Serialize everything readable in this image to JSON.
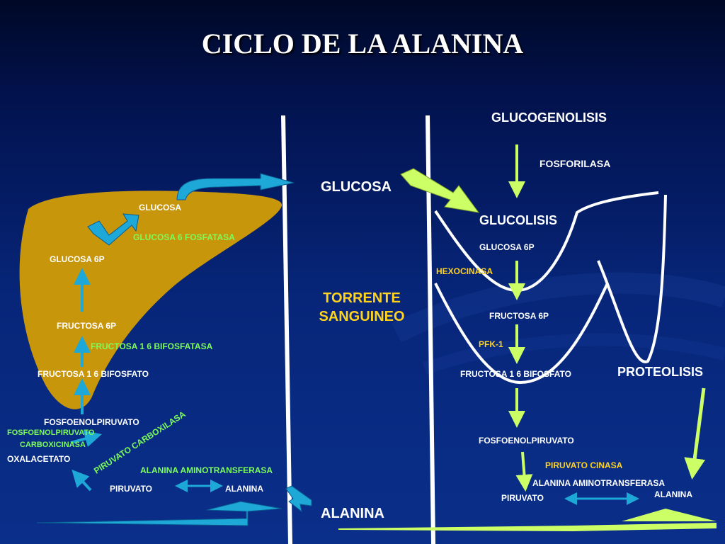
{
  "title": "CICLO DE  LA ALANINA",
  "center": {
    "glucosa": "GLUCOSA",
    "torrente_line1": "TORRENTE",
    "torrente_line2": "SANGUINEO",
    "alanina": "ALANINA"
  },
  "liver": {
    "glucosa": "GLUCOSA",
    "glucosa_6_fosfatasa": "GLUCOSA 6 FOSFATASA",
    "glucosa_6p": "GLUCOSA 6P",
    "fructosa_6p": "FRUCTOSA 6P",
    "fructosa_bifosfatasa": "FRUCTOSA 1 6 BIFOSFATASA",
    "fructosa_bifosfato": "FRUCTOSA 1 6 BIFOSFATO",
    "fosfoenolpiruvato": "FOSFOENOLPIRUVATO",
    "pep_carboxicinasa_line1": "FOSFOENOLPIRUVATO",
    "pep_carboxicinasa_line2": "CARBOXICINASA",
    "oxalacetato": "OXALACETATO",
    "piruvato_carboxilasa": "PIRUVATO CARBOXILASA",
    "alanina_aminotransferasa": "ALANINA AMINOTRANSFERASA",
    "piruvato": "PIRUVATO",
    "alanina": "ALANINA"
  },
  "muscle": {
    "glucogenolisis": "GLUCOGENOLISIS",
    "fosforilasa": "FOSFORILASA",
    "glucolisis": "GLUCOLISIS",
    "glucosa_6p": "GLUCOSA 6P",
    "hexocinasa": "HEXOCINASA",
    "fructosa_6p": "FRUCTOSA 6P",
    "pfk1": "PFK-1",
    "fructosa_bifosfato": "FRUCTOSA 1 6 BIFOSFATO",
    "proteolisis": "PROTEOLISIS",
    "fosfoenolpiruvato": "FOSFOENOLPIRUVATO",
    "piruvato_cinasa": "PIRUVATO CINASA",
    "alanina_aminotransferasa": "ALANINA AMINOTRANSFERASA",
    "alanina": "ALANINA",
    "piruvato": "PIRUVATO"
  },
  "colors": {
    "liver": "#C8960A",
    "enzyme_green": "#7CFC5A",
    "enzyme_yellow": "#FFD21E",
    "arrow_blue": "#1EA8D8",
    "arrow_light_green": "#CCFF66"
  }
}
